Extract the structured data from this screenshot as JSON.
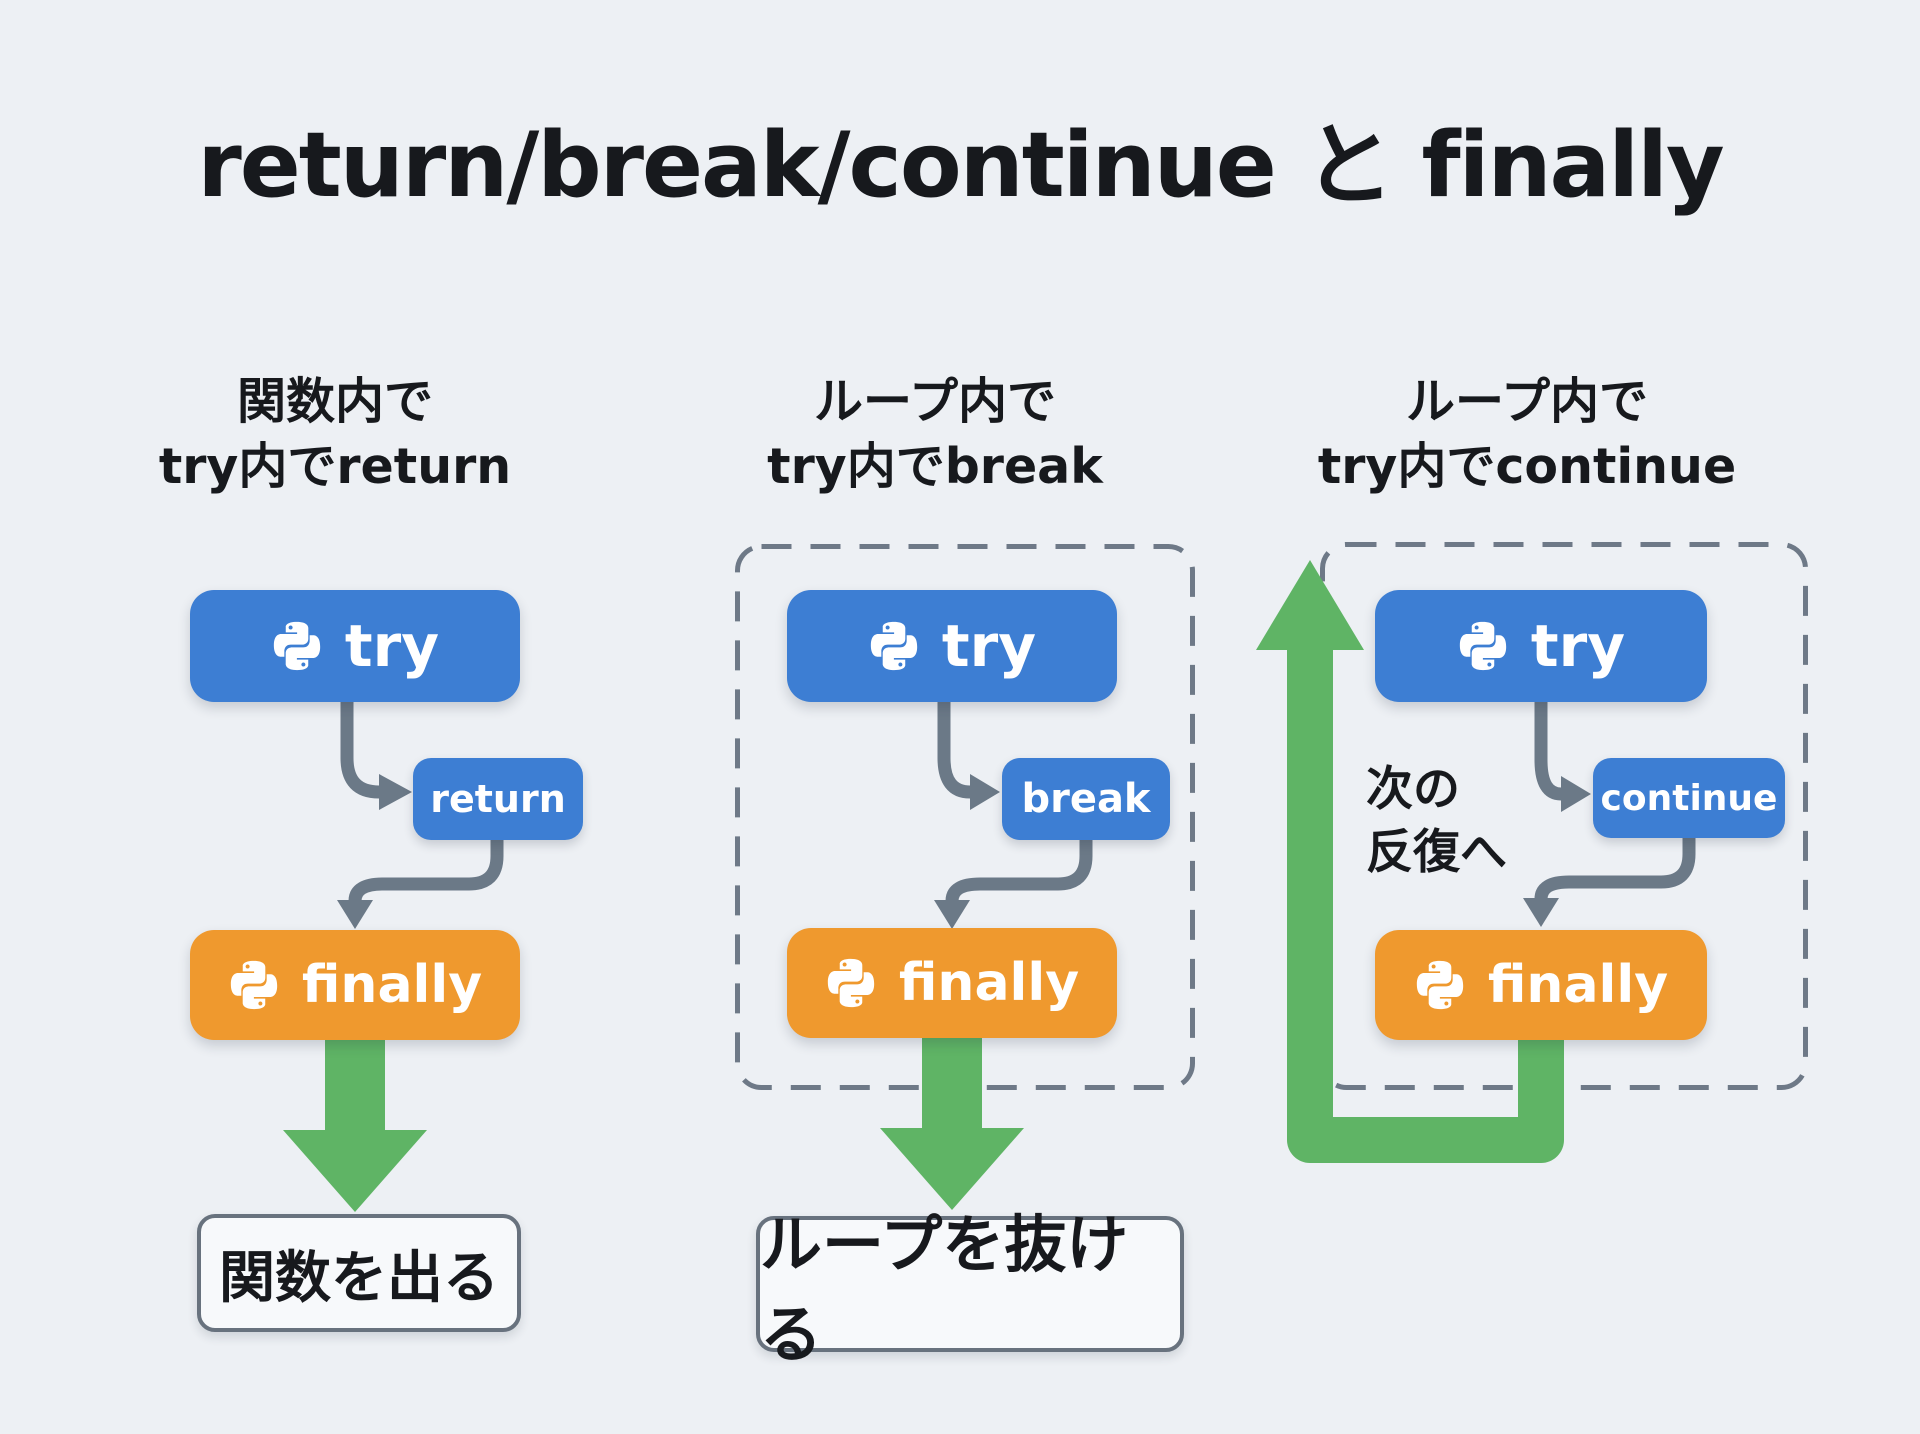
{
  "title": "return/break/continue と finally",
  "colors": {
    "bg": "#edf0f4",
    "blue": "#3d7ed3",
    "orange": "#ef992e",
    "green": "#5fb465",
    "gray": "#6b7987",
    "dash": "#6e7987",
    "ink": "#17191d",
    "resultbg": "#f7f9fb",
    "resultborder": "#68727e"
  },
  "icons": {
    "python": "python-logo"
  },
  "columns": [
    {
      "id": "return-case",
      "header_line1": "関数内で",
      "header_line2": "try内でreturn",
      "try_label": "try",
      "action_label": "return",
      "finally_label": "finally",
      "result_label": "関数を出る"
    },
    {
      "id": "break-case",
      "header_line1": "ループ内で",
      "header_line2": "try内でbreak",
      "try_label": "try",
      "action_label": "break",
      "finally_label": "finally",
      "result_label": "ループを抜ける"
    },
    {
      "id": "continue-case",
      "header_line1": "ループ内で",
      "header_line2": "try内でcontinue",
      "try_label": "try",
      "action_label": "continue",
      "finally_label": "finally",
      "loop_note_line1": "次の",
      "loop_note_line2": "反復へ"
    }
  ]
}
